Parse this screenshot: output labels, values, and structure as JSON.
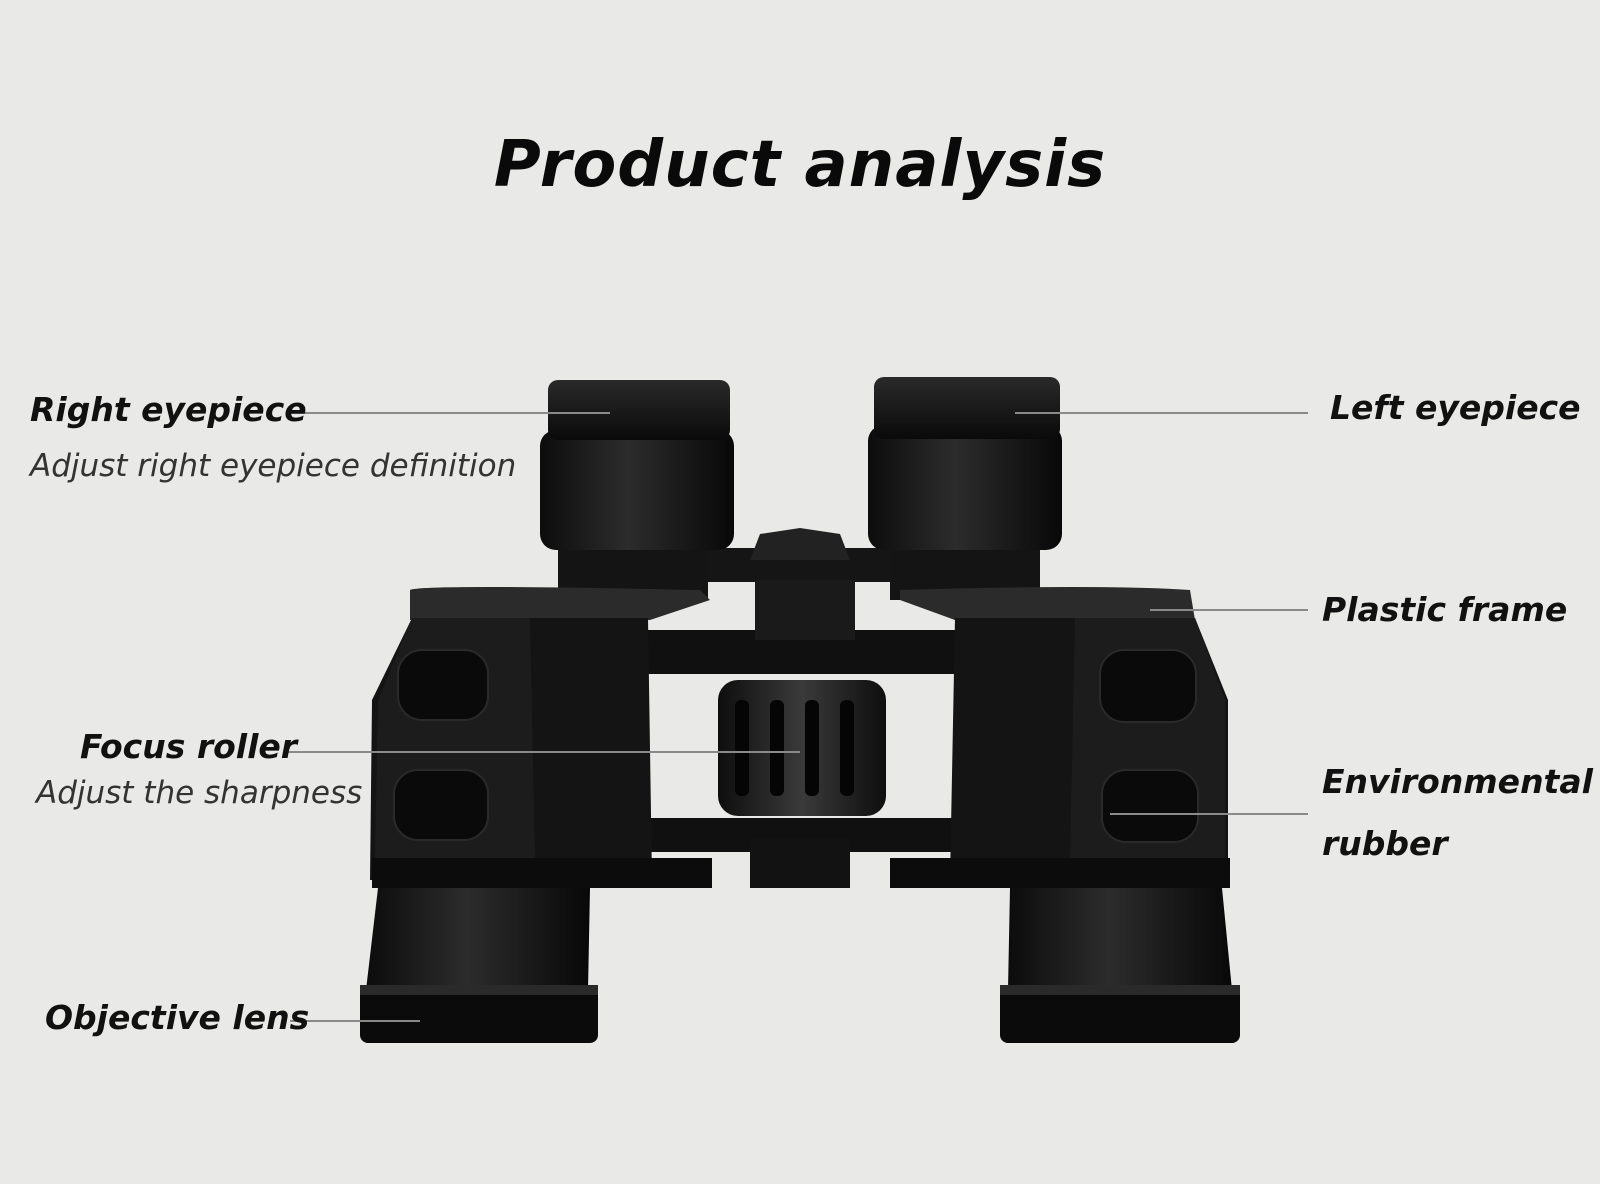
{
  "title": "Product analysis",
  "labels": {
    "right_eyepiece": {
      "name": "Right eyepiece",
      "description": "Adjust right eyepiece definition"
    },
    "left_eyepiece": {
      "name": "Left eyepiece"
    },
    "plastic_frame": {
      "name": "Plastic frame"
    },
    "focus_roller": {
      "name": "Focus roller",
      "description": "Adjust the sharpness"
    },
    "environmental_rubber": {
      "name_line1": "Environmental",
      "name_line2": "rubber"
    },
    "objective_lens": {
      "name": "Objective lens"
    }
  },
  "colors": {
    "background": "#e9e9e7",
    "binocular_body": "#111111",
    "leader_line": "#8a8a8a"
  }
}
